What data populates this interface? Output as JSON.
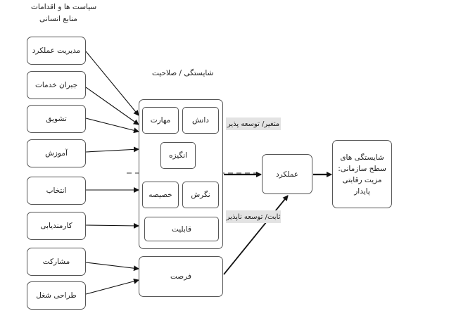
{
  "header": {
    "line1": "سیاست ها و اقدامات",
    "line2": "منابع انسانی"
  },
  "hr_practices": [
    "مدیریت عملکرد",
    "جبران خدمات",
    "تشویق",
    "آموزش",
    "انتخاب",
    "کارمندیابی"
  ],
  "opportunity_inputs": [
    "مشارکت",
    "طراحی شغل"
  ],
  "competence": {
    "title": "شایستگی / صلاحیت",
    "skill": "مهارت",
    "knowledge": "دانش",
    "motivation": "انگیزه",
    "trait": "خصیصه",
    "attitude": "نگرش",
    "ability": "قابلیت"
  },
  "variable_label": "متغیر/ توسعه پذیر",
  "fixed_label": "ثابت/ توسعه ناپذیر",
  "opportunity": "فرصت",
  "performance": "عملکرد",
  "outcome": [
    "شایستگی های",
    "سطح سازمانی:",
    "مزیت رقابتی",
    "پایدار"
  ]
}
